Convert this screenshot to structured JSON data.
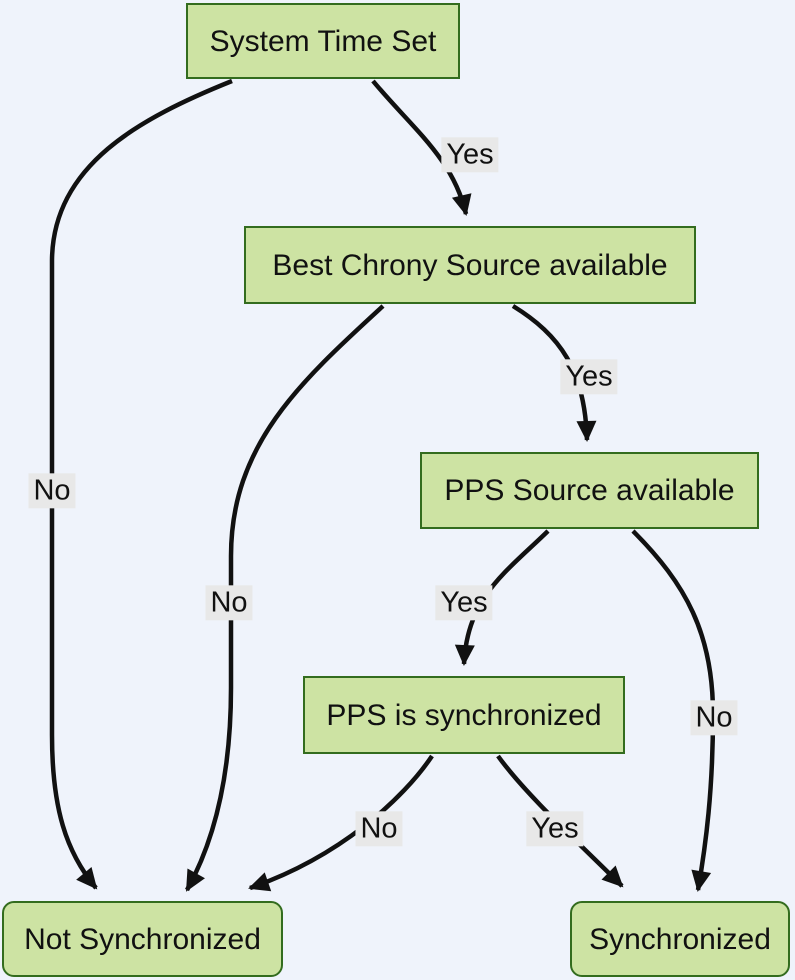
{
  "diagram": {
    "description": "Flowchart deciding whether system clock is Synchronized or Not Synchronized via chrony and PPS sources",
    "colors": {
      "background": "#eff3fb",
      "node_fill": "#cde3a3",
      "node_border": "#336c1e",
      "edge_stroke": "#111111",
      "edge_label_background": "#e8e8e8",
      "text": "#111111"
    },
    "nodes": {
      "system_time_set": {
        "label": "System Time Set",
        "shape": "rectangle"
      },
      "best_chrony": {
        "label": "Best Chrony Source available",
        "shape": "rectangle"
      },
      "pps_source": {
        "label": "PPS Source available",
        "shape": "rectangle"
      },
      "pps_sync": {
        "label": "PPS is synchronized",
        "shape": "rectangle"
      },
      "not_sync": {
        "label": "Not Synchronized",
        "shape": "rounded-rectangle"
      },
      "sync": {
        "label": "Synchronized",
        "shape": "rounded-rectangle"
      }
    },
    "edges": [
      {
        "from": "System Time Set",
        "to": "Best Chrony Source available",
        "label": "Yes"
      },
      {
        "from": "System Time Set",
        "to": "Not Synchronized",
        "label": "No"
      },
      {
        "from": "Best Chrony Source available",
        "to": "PPS Source available",
        "label": "Yes"
      },
      {
        "from": "Best Chrony Source available",
        "to": "Not Synchronized",
        "label": "No"
      },
      {
        "from": "PPS Source available",
        "to": "PPS is synchronized",
        "label": "Yes"
      },
      {
        "from": "PPS Source available",
        "to": "Synchronized",
        "label": "No"
      },
      {
        "from": "PPS is synchronized",
        "to": "Not Synchronized",
        "label": "No"
      },
      {
        "from": "PPS is synchronized",
        "to": "Synchronized",
        "label": "Yes"
      }
    ]
  }
}
